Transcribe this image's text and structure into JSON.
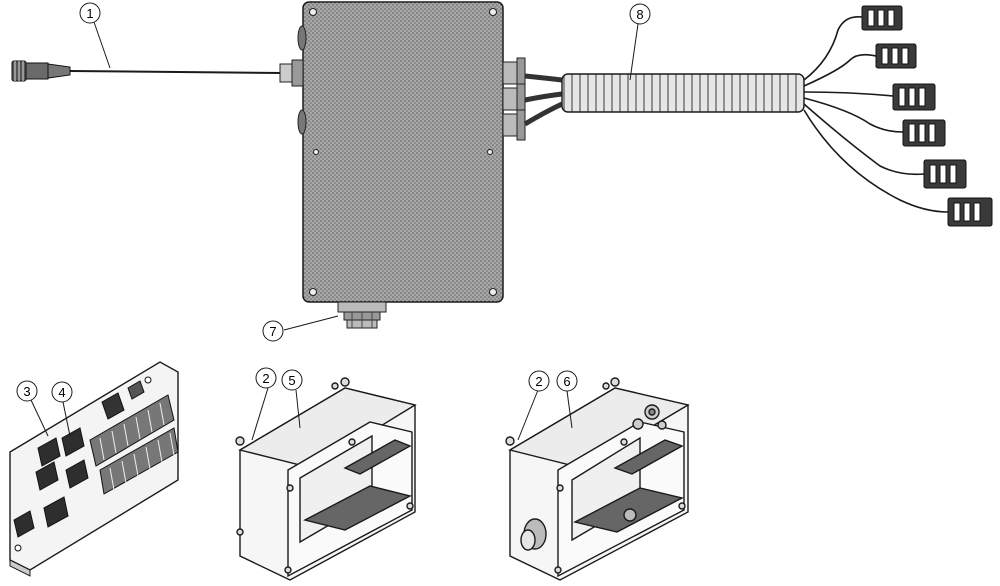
{
  "diagram": {
    "colors": {
      "ink": "#1a1a1a",
      "body_fill": "#9a9a9a",
      "light_fill": "#f2f2f2",
      "connector_fill": "#3a3a3a"
    },
    "callouts": [
      {
        "id": "callout-1",
        "label": "1"
      },
      {
        "id": "callout-2a",
        "label": "2"
      },
      {
        "id": "callout-2b",
        "label": "2"
      },
      {
        "id": "callout-3",
        "label": "3"
      },
      {
        "id": "callout-4",
        "label": "4"
      },
      {
        "id": "callout-5",
        "label": "5"
      },
      {
        "id": "callout-6",
        "label": "6"
      },
      {
        "id": "callout-7",
        "label": "7"
      },
      {
        "id": "callout-8",
        "label": "8"
      }
    ]
  }
}
